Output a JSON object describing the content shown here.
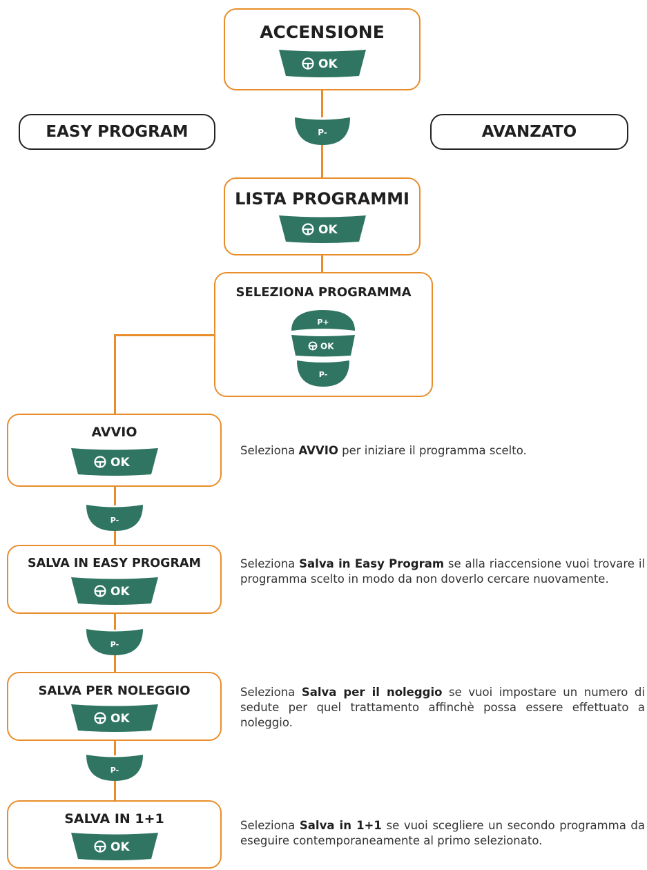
{
  "colors": {
    "orange": "#e88d2a",
    "green": "#2f7561",
    "text": "#1f1f1f"
  },
  "nodes": {
    "accensione": "ACCENSIONE",
    "easy_program": "EASY PROGRAM",
    "avanzato": "AVANZATO",
    "lista_programmi": "LISTA PROGRAMMI",
    "seleziona_programma": "SELEZIONA PROGRAMMA",
    "avvio": "AVVIO",
    "salva_easy": "SALVA IN EASY PROGRAM",
    "salva_noleggio": "SALVA PER NOLEGGIO",
    "salva_1_1": "SALVA IN 1+1"
  },
  "keys": {
    "ok": "OK",
    "p_minus": "P-",
    "p_plus": "P+",
    "ok_icon": "steering-wheel-icon"
  },
  "descriptions": {
    "avvio": {
      "pre": "Seleziona ",
      "bold": "AVVIO",
      "post": " per iniziare il programma scelto."
    },
    "salva_easy": {
      "pre": "Seleziona ",
      "bold": "Salva in Easy Program",
      "post": " se alla riaccensione vuoi trovare il programma scelto in modo da non doverlo cercare nuovamente."
    },
    "salva_noleggio": {
      "pre": "Seleziona ",
      "bold": "Salva per il noleggio",
      "post": " se vuoi impostare un numero di sedute per quel trattamento affinchè possa essere effettuato a noleggio."
    },
    "salva_1_1": {
      "pre": "Seleziona ",
      "bold": "Salva in 1+1",
      "post": " se vuoi scegliere un secondo programma da eseguire contemporaneamente al primo selezionato."
    }
  }
}
